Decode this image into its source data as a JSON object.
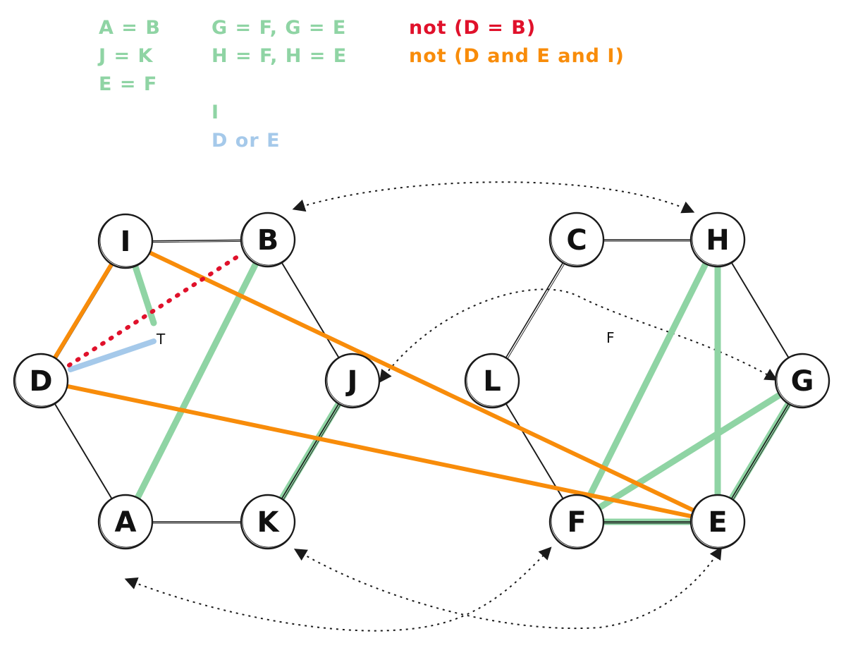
{
  "colors": {
    "green": "#8fd4a4",
    "blue": "#a5c9ea",
    "red": "#e0112b",
    "orange": "#f88c0a",
    "ink": "#1a1a1a",
    "background": "#ffffff"
  },
  "notes": {
    "col1": [
      "A = B",
      "J = K",
      "E = F"
    ],
    "col2": [
      "G = F, G = E",
      "H = F,  H = E",
      "I"
    ],
    "col2_blue": "D or E",
    "col3_red": "not (D = B)",
    "col3_orange": "not (D and E and I)"
  },
  "nodes": [
    {
      "id": "I",
      "label": "I"
    },
    {
      "id": "B",
      "label": "B"
    },
    {
      "id": "D",
      "label": "D"
    },
    {
      "id": "J",
      "label": "J"
    },
    {
      "id": "A",
      "label": "A"
    },
    {
      "id": "K",
      "label": "K"
    },
    {
      "id": "C",
      "label": "C"
    },
    {
      "id": "H",
      "label": "H"
    },
    {
      "id": "L",
      "label": "L"
    },
    {
      "id": "G",
      "label": "G"
    },
    {
      "id": "F",
      "label": "F"
    },
    {
      "id": "E",
      "label": "E"
    }
  ],
  "edges_black": [
    [
      "I",
      "B"
    ],
    [
      "I",
      "D"
    ],
    [
      "B",
      "J"
    ],
    [
      "D",
      "A"
    ],
    [
      "A",
      "K"
    ],
    [
      "K",
      "J"
    ],
    [
      "C",
      "H"
    ],
    [
      "C",
      "L"
    ],
    [
      "H",
      "G"
    ],
    [
      "L",
      "F"
    ],
    [
      "G",
      "E"
    ],
    [
      "F",
      "E"
    ]
  ],
  "edges_green": [
    [
      "A",
      "B"
    ],
    [
      "J",
      "K"
    ],
    [
      "F",
      "E"
    ],
    [
      "G",
      "F"
    ],
    [
      "G",
      "E"
    ],
    [
      "H",
      "F"
    ],
    [
      "H",
      "E"
    ]
  ],
  "edges_orange": [
    [
      "D",
      "I"
    ],
    [
      "D",
      "E"
    ],
    [
      "I",
      "E"
    ]
  ],
  "edge_red_dotted": [
    "D",
    "B"
  ],
  "labels": {
    "t_label": "T",
    "f_label": "F"
  }
}
